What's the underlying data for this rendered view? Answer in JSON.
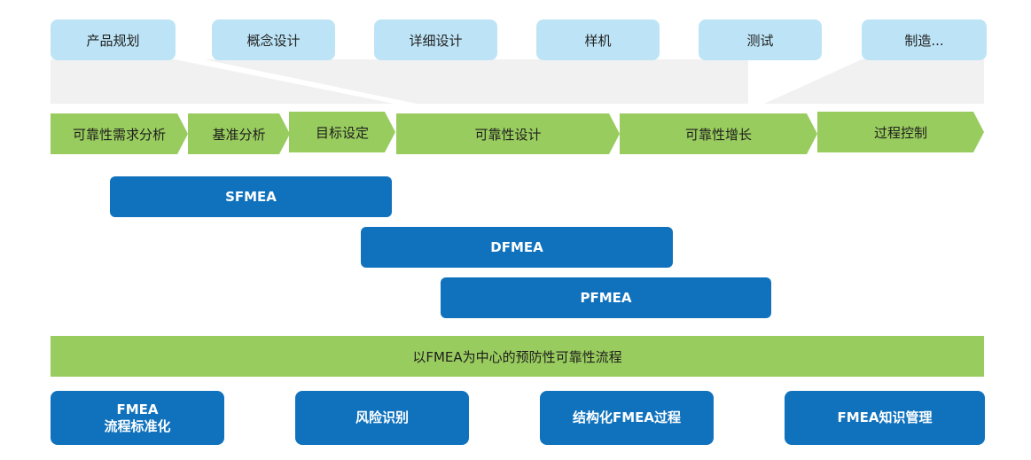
{
  "phases": [
    "产品规划",
    "概念设计",
    "详细设计",
    "样机",
    "测试",
    "制造..."
  ],
  "activities": [
    "可靠性需求分析",
    "基准分析",
    "目标设定",
    "可靠性设计",
    "可靠性增长",
    "过程控制"
  ],
  "fmea_types": [
    "SFMEA",
    "DFMEA",
    "PFMEA"
  ],
  "banner": "以FMEA为中心的预防性可靠性流程",
  "pillars": [
    {
      "line1": "FMEA",
      "line2": "流程标准化"
    },
    {
      "line1": "风险识别"
    },
    {
      "line1": "结构化FMEA过程"
    },
    {
      "line1": "FMEA知识管理"
    }
  ],
  "colors": {
    "phase_fill": "#bde4f6",
    "mapping_fill": "#f1f1f1",
    "activity_fill": "#99cc5e",
    "fmea_fill": "#1072bd"
  }
}
